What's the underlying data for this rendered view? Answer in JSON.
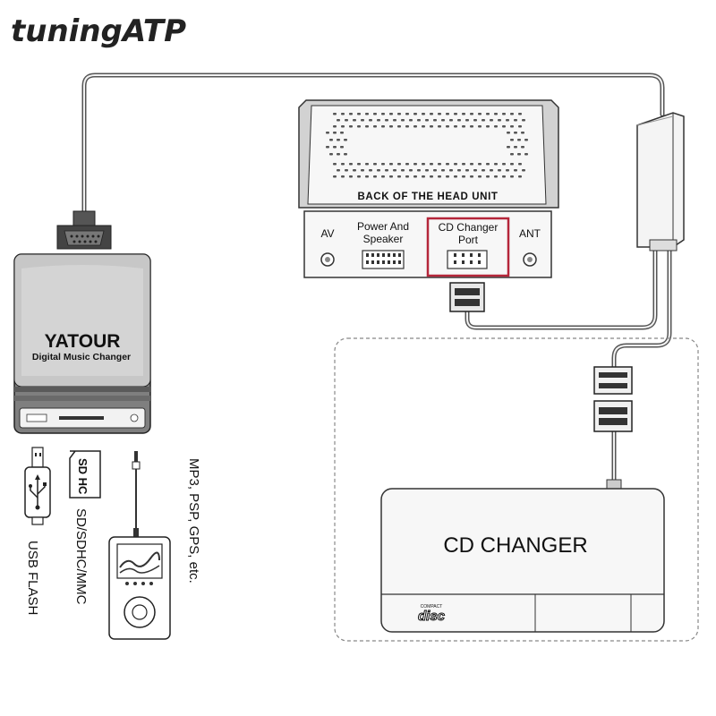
{
  "brand": "tuningATP",
  "head_unit": {
    "title": "BACK OF THE HEAD UNIT",
    "ports": {
      "av": "AV",
      "power_line1": "Power And",
      "power_line2": "Speaker",
      "cd_line1": "CD Changer",
      "cd_line2": "Port",
      "ant": "ANT"
    },
    "highlight_color": "#b5263a"
  },
  "device": {
    "brand_name": "YATOUR",
    "subtitle": "Digital Music Changer"
  },
  "changer": {
    "label": "CD CHANGER",
    "disc_logo": "disc",
    "disc_logo_small": "COMPACT"
  },
  "media": {
    "usb_label": "USB FLASH",
    "sd_label": "SD/SDHC/MMC",
    "sd_card_text": "SD HC",
    "player_label": "MP3, PSP, GPS, etc."
  }
}
